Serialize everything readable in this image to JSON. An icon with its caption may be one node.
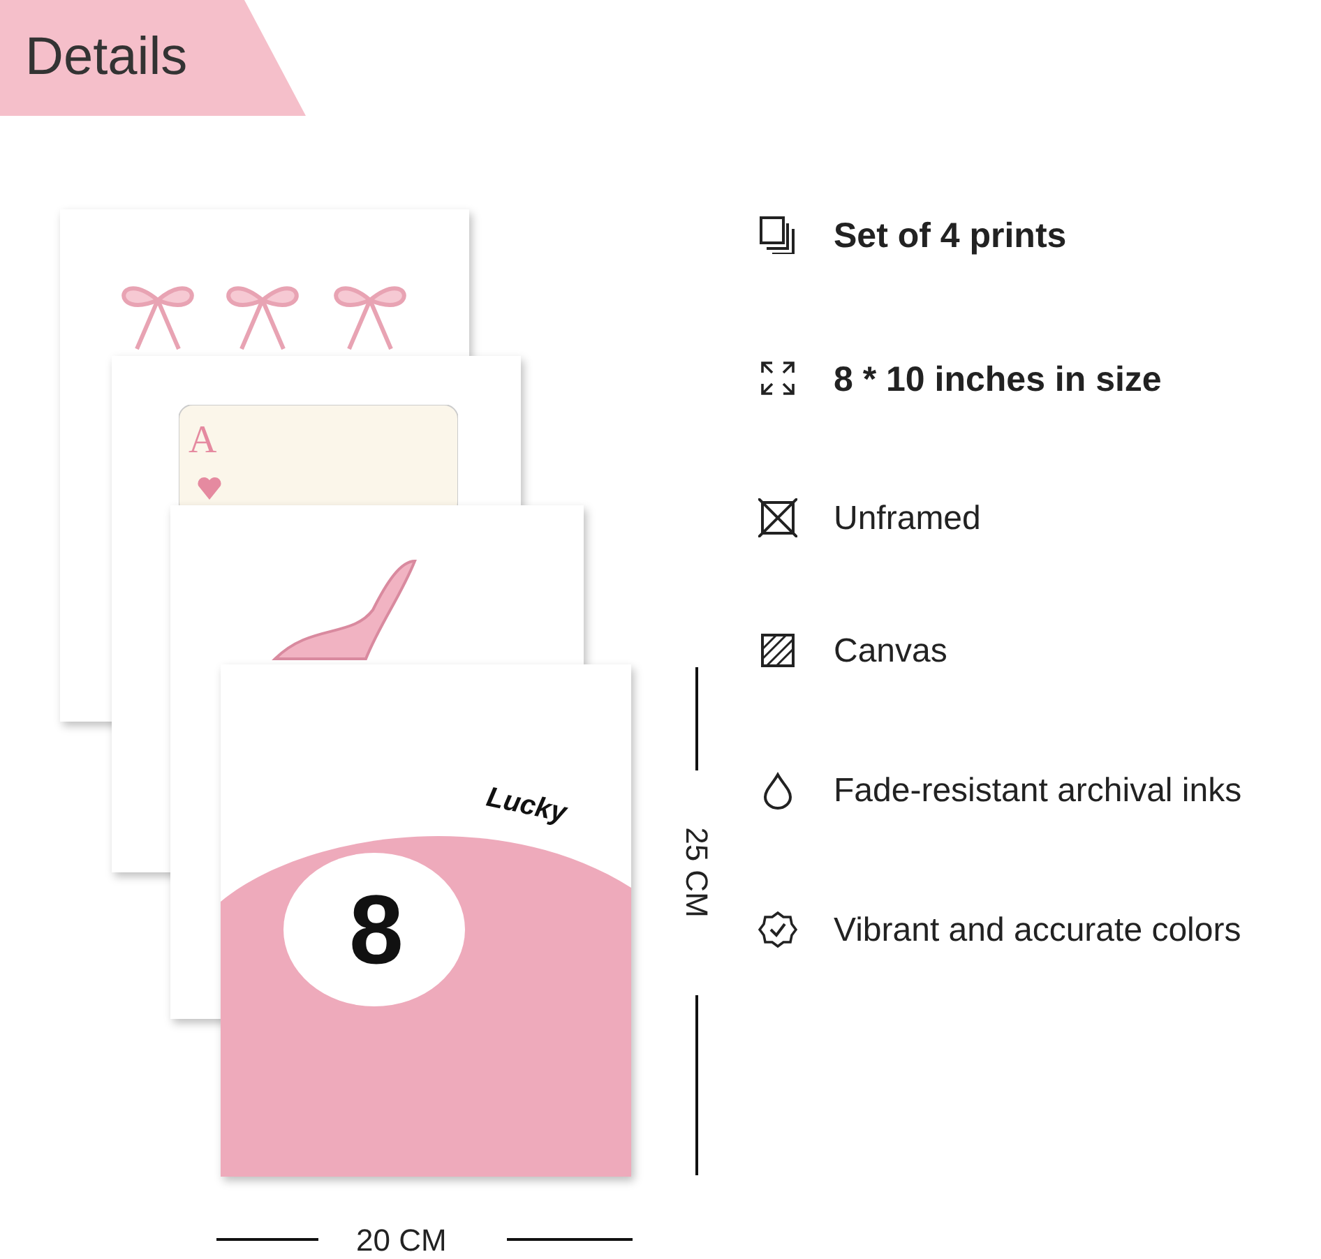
{
  "diagram": {
    "title": "Details",
    "labels": [
      "Set of 4 prints",
      "8 * 10 inches in size",
      "Unframed",
      "Canvas",
      "Fade-resistant archival inks",
      "Vibrant and accurate colors",
      "A",
      "Lucky",
      "8",
      "25 CM",
      "20 CM"
    ]
  }
}
